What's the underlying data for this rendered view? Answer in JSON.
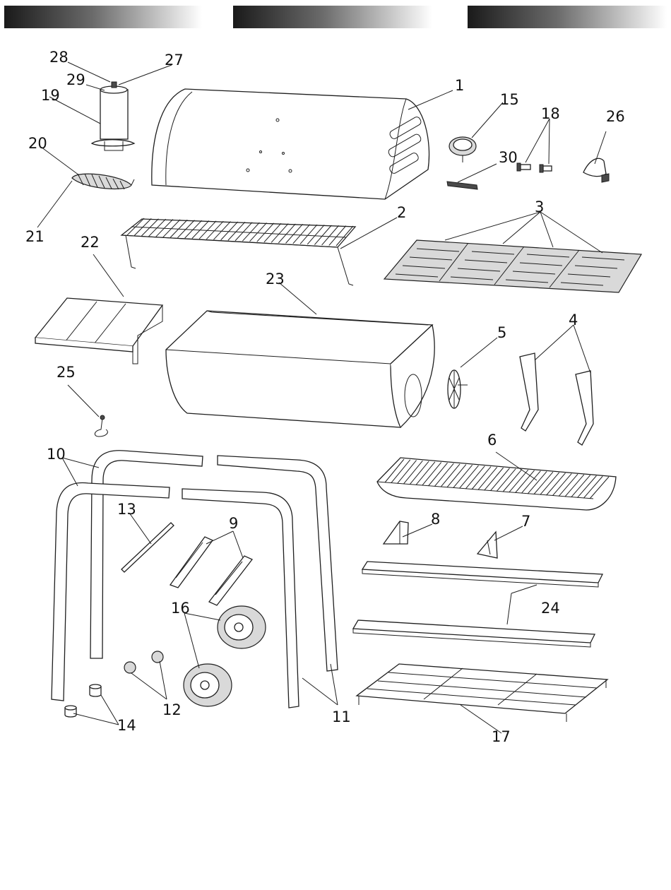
{
  "header_bars": 3,
  "callouts": [
    "1",
    "2",
    "3",
    "4",
    "5",
    "6",
    "7",
    "8",
    "9",
    "10",
    "11",
    "12",
    "13",
    "14",
    "15",
    "16",
    "17",
    "18",
    "19",
    "20",
    "21",
    "22",
    "23",
    "24",
    "25",
    "26",
    "27",
    "28",
    "29",
    "30"
  ],
  "colors": {
    "line": "#1f1f1f",
    "background": "#ffffff",
    "bar_dark": "#1a1a1a"
  }
}
